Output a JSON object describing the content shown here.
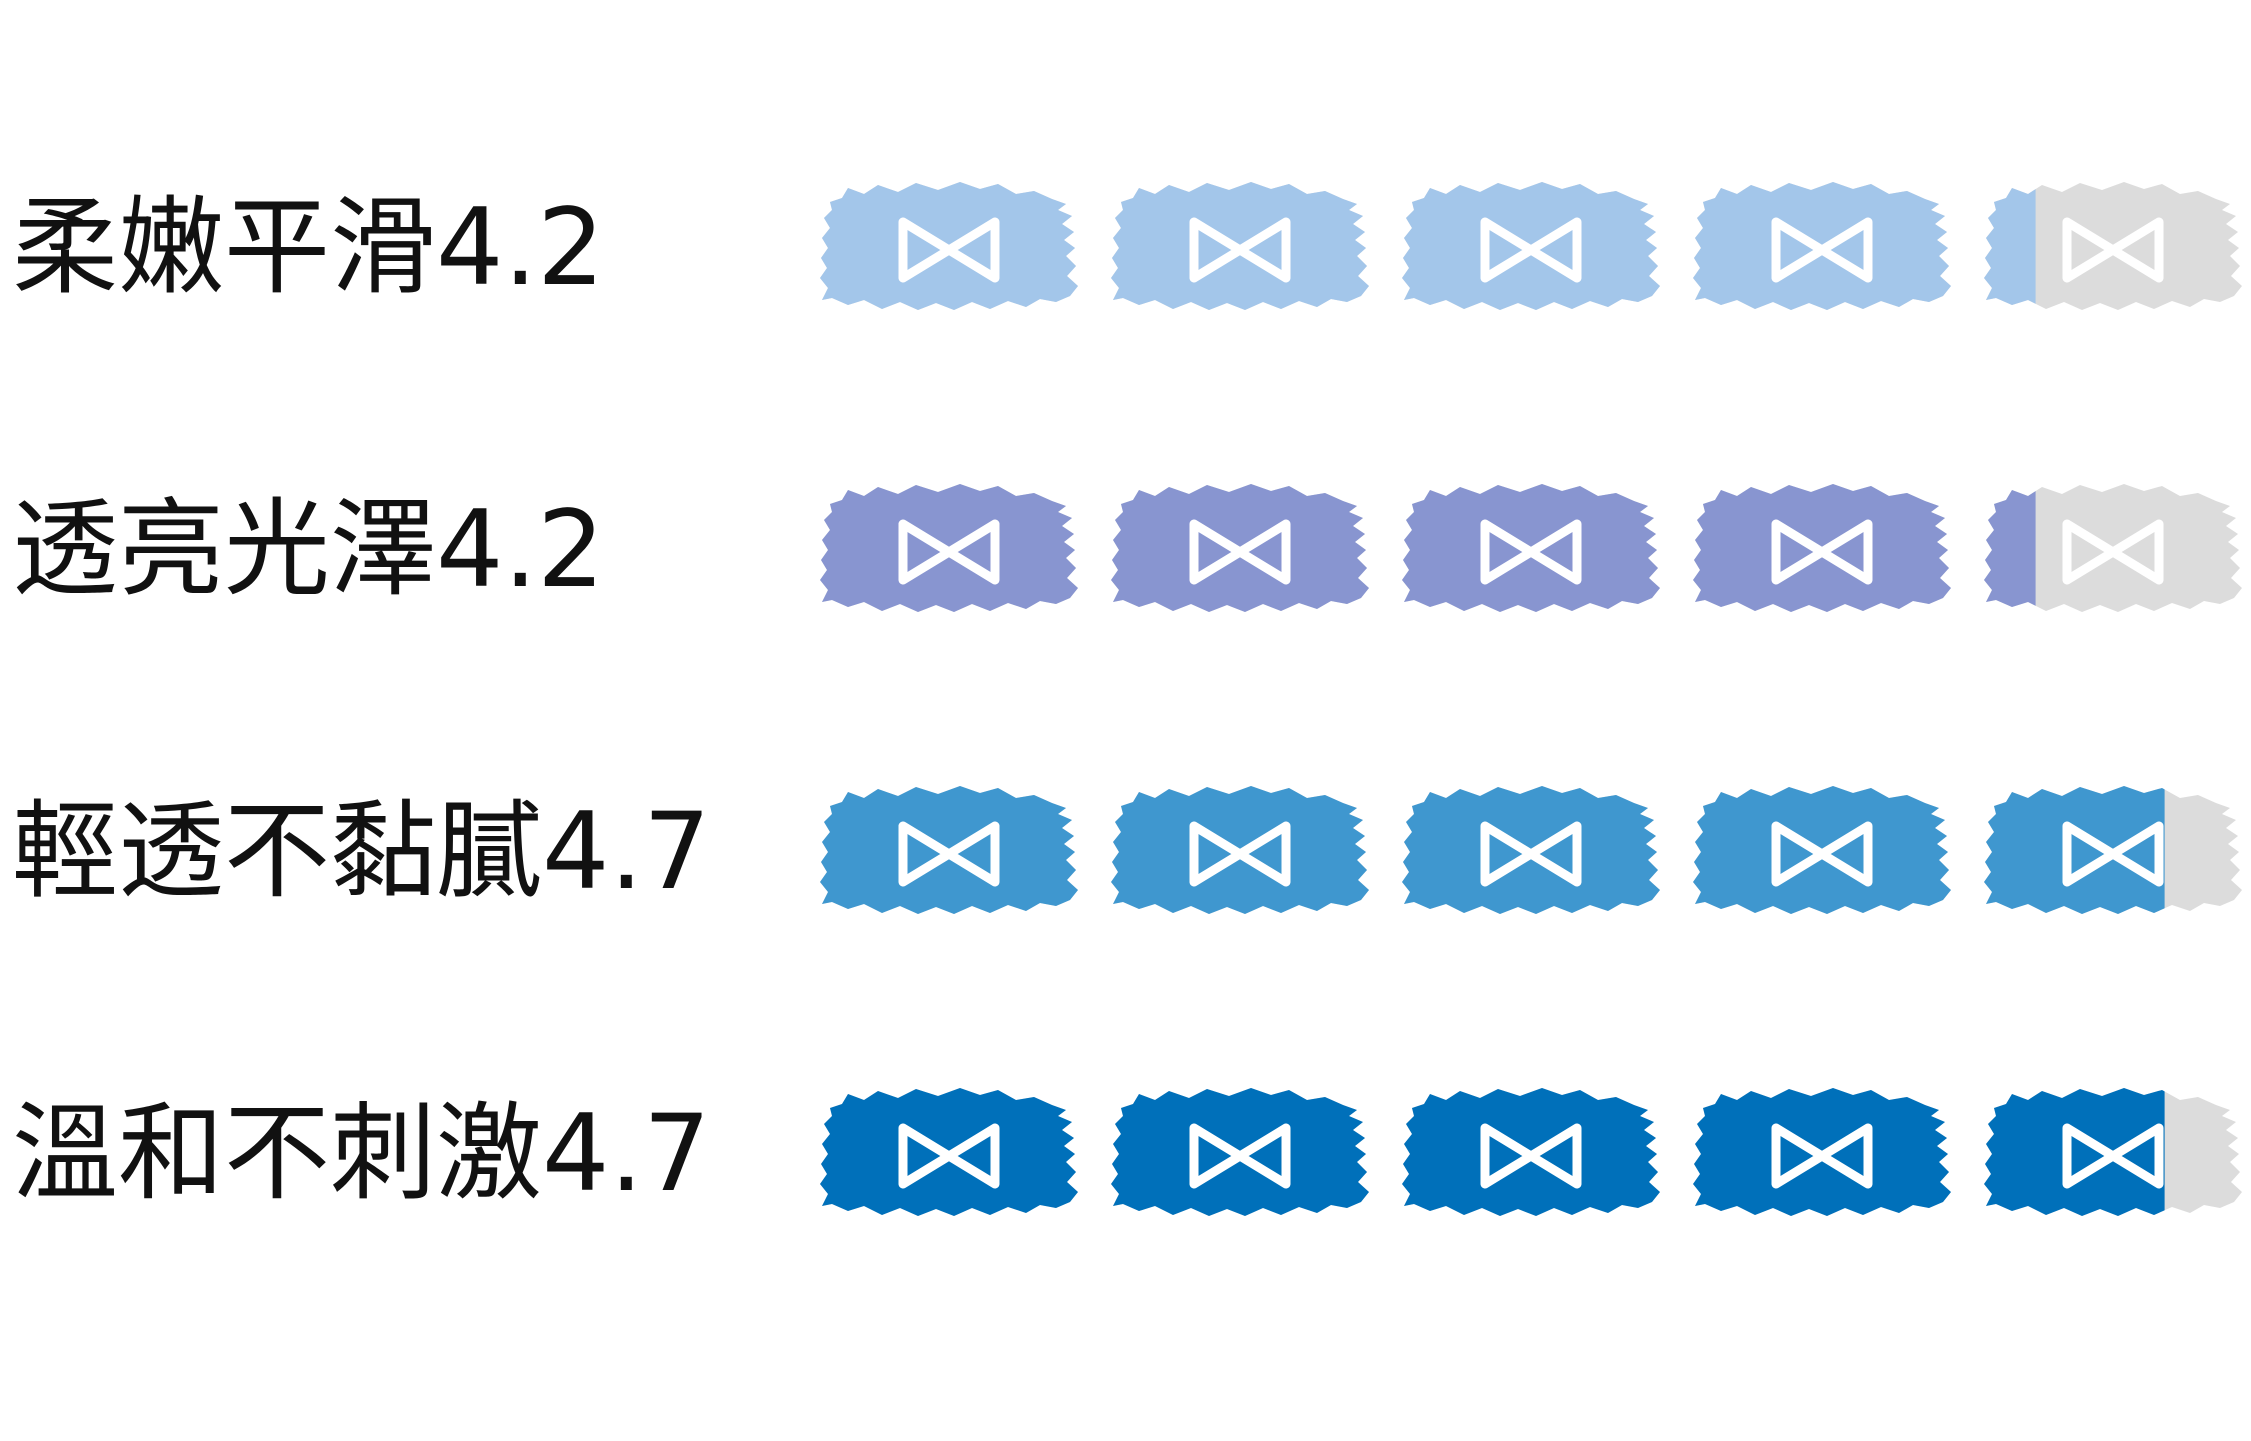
{
  "chart_data": {
    "type": "bar",
    "max_score": 5,
    "icon_name": "bowtie-icon",
    "empty_color": "#dcdcdc",
    "icon_color": "#ffffff",
    "rows": [
      {
        "label": "柔嫩平滑4.2",
        "value": 4.2,
        "color": "#a3c6ea"
      },
      {
        "label": "透亮光澤4.2",
        "value": 4.2,
        "color": "#8895d0"
      },
      {
        "label": "輕透不黏膩4.7",
        "value": 4.7,
        "color": "#3f97cf"
      },
      {
        "label": "溫和不刺激4.7",
        "value": 4.7,
        "color": "#0070ba"
      }
    ]
  }
}
